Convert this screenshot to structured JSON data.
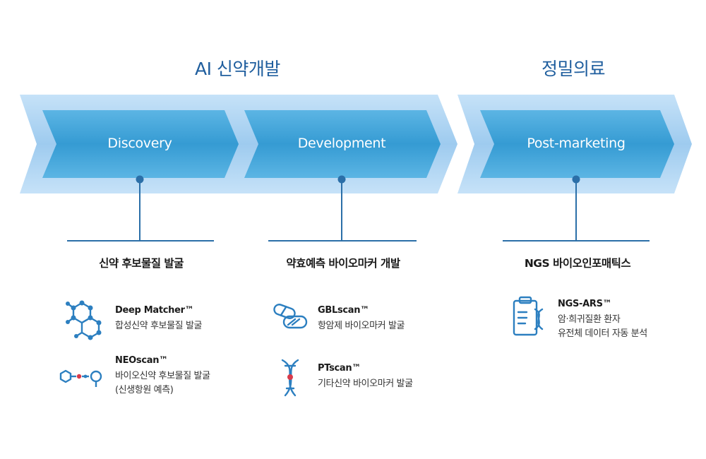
{
  "headings": {
    "ai_drug_dev": "AI 신약개발",
    "precision_medicine": "정밀의료"
  },
  "stages": [
    {
      "label": "Discovery"
    },
    {
      "label": "Development"
    },
    {
      "label": "Post-marketing"
    }
  ],
  "columns": [
    {
      "title": "신약 후보물질 발굴",
      "items": [
        {
          "name": "Deep Matcher™",
          "desc": [
            "합성신약 후보물질 발굴"
          ],
          "icon": "molecule-icon"
        },
        {
          "name": "NEOscan™",
          "desc": [
            "바이오신약 후보물질 발굴",
            "(신생항원 예측)"
          ],
          "icon": "molecule-chain-icon"
        }
      ]
    },
    {
      "title": "약효예측 바이오마커 개발",
      "items": [
        {
          "name": "GBLscan™",
          "desc": [
            "항암제 바이오마커 발굴"
          ],
          "icon": "pill-capsule-icon"
        },
        {
          "name": "PTscan™",
          "desc": [
            "기타신약 바이오마커 발굴"
          ],
          "icon": "dna-icon"
        }
      ]
    },
    {
      "title": "NGS 바이오인포매틱스",
      "items": [
        {
          "name": "NGS-ARS™",
          "desc": [
            "암·희귀질환 환자",
            "유전체 데이터 자동 분석"
          ],
          "icon": "clipboard-dna-icon"
        }
      ]
    }
  ],
  "colors": {
    "chevron_outer": "#a9d1f3",
    "chevron_inner": "#3fa3d8",
    "line": "#2b6fa8",
    "icon": "#2c7fc0"
  }
}
